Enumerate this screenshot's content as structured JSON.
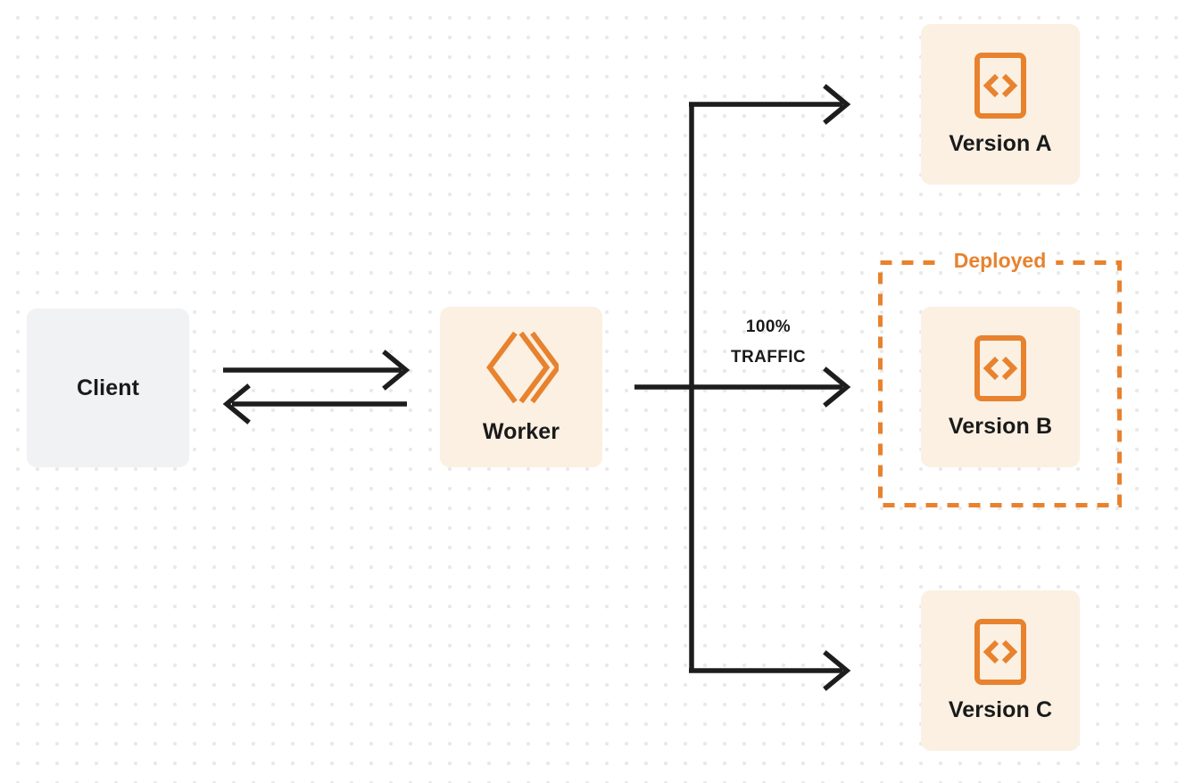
{
  "diagram": {
    "title": "Worker version traffic routing",
    "background": {
      "style": "dotted-grid",
      "dot_color": "#e9e9e9",
      "page_color": "#ffffff"
    },
    "colors": {
      "accent_orange": "#e8822e",
      "card_orange_bg": "#fbf0e2",
      "card_gray_bg": "#f1f2f3",
      "line_dark": "#1d1d1d",
      "text_dark": "#1a1a1a"
    },
    "nodes": {
      "client": {
        "label": "Client",
        "icon": "none"
      },
      "worker": {
        "label": "Worker",
        "icon": "cloudflare-workers-logo"
      },
      "version_a": {
        "label": "Version A",
        "icon": "code-brackets-icon"
      },
      "version_b": {
        "label": "Version B",
        "icon": "code-brackets-icon"
      },
      "version_c": {
        "label": "Version C",
        "icon": "code-brackets-icon"
      }
    },
    "groups": {
      "deployed": {
        "label": "Deployed",
        "contains": "Version B",
        "border": "dashed-orange"
      }
    },
    "edges": {
      "client_to_worker": {
        "direction": "right",
        "label": ""
      },
      "worker_to_client": {
        "direction": "left",
        "label": ""
      },
      "worker_to_version_a": {
        "direction": "right",
        "label": ""
      },
      "worker_to_version_b": {
        "direction": "right",
        "label": ""
      },
      "worker_to_version_c": {
        "direction": "right",
        "label": ""
      }
    },
    "traffic": {
      "percent_line": "100%",
      "unit_line": "TRAFFIC"
    }
  }
}
